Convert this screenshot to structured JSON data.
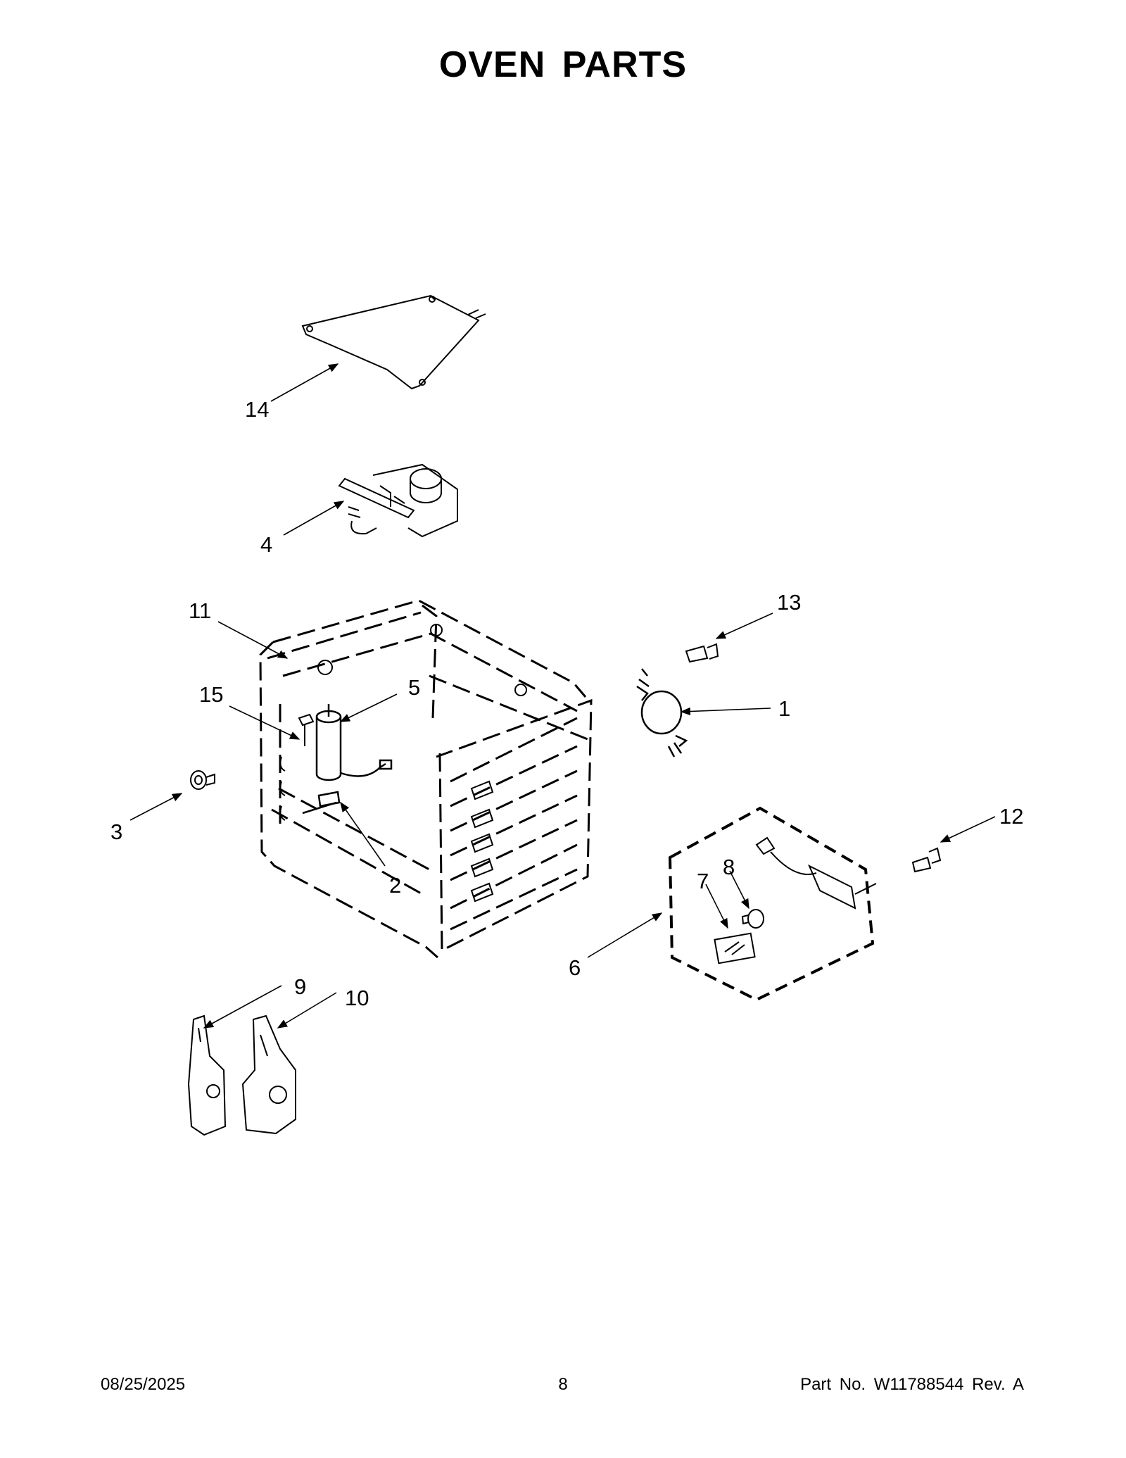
{
  "title": "OVEN  PARTS",
  "callouts": {
    "c1": "1",
    "c2": "2",
    "c3": "3",
    "c4": "4",
    "c5": "5",
    "c6": "6",
    "c7": "7",
    "c8": "8",
    "c9": "9",
    "c10": "10",
    "c11": "11",
    "c12": "12",
    "c13": "13",
    "c14": "14",
    "c15": "15"
  },
  "footer": {
    "date": "08/25/2025",
    "page": "8",
    "part": "Part No.  W11788544   Rev.  A"
  }
}
